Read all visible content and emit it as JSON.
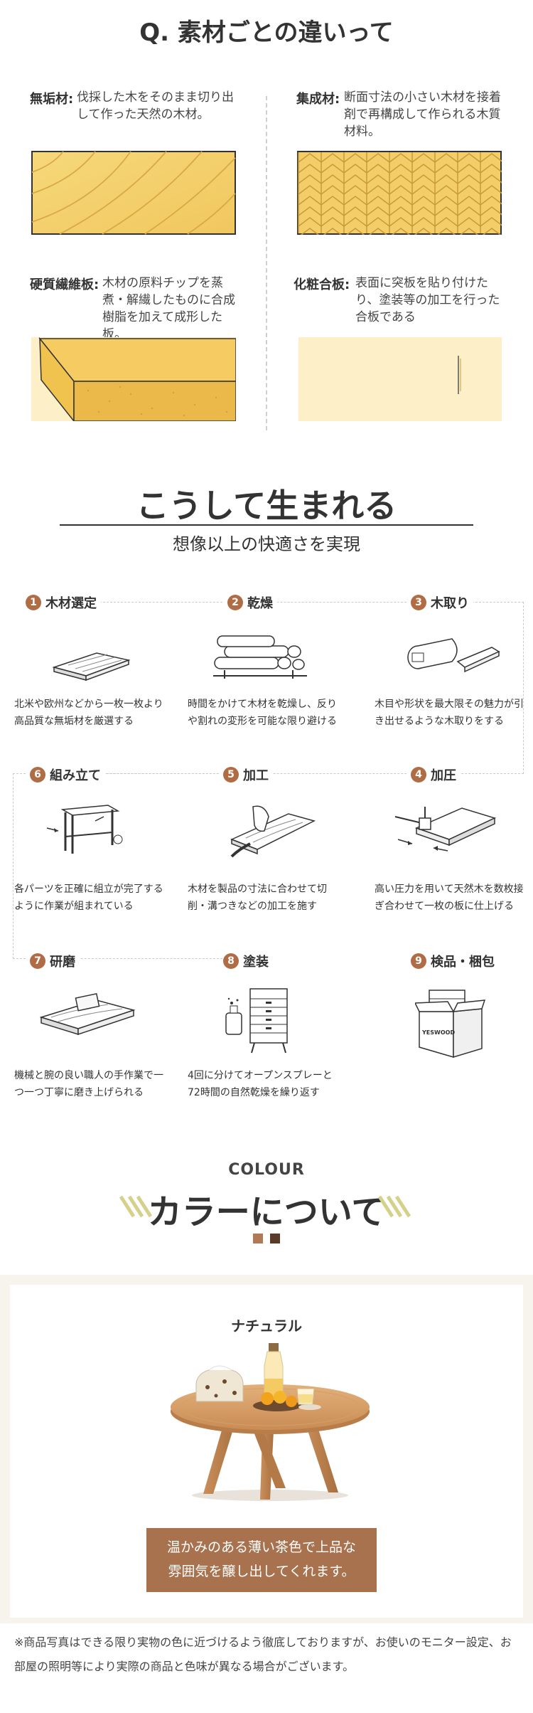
{
  "materials": {
    "title": "Q. 素材ごとの違いって",
    "solid": {
      "label": "無垢材:",
      "desc": "伐採した木をそのまま切り出して作った天然の木材。"
    },
    "laminated": {
      "label": "集成材:",
      "desc": "断面寸法の小さい木材を接着剤で再構成して作られる木質材料。"
    },
    "fiberboard": {
      "label": "硬質繊維板:",
      "desc": "木材の原料チップを蒸煮・解繊したものに合成樹脂を加えて成形した板。"
    },
    "veneer": {
      "label": "化粧合板:",
      "desc": "表面に突板を貼り付けたり、塗装等の加工を行った合板である"
    }
  },
  "process": {
    "title": "こうして生まれる",
    "subtitle": "想像以上の快適さを実現",
    "steps": [
      {
        "num": "1",
        "label": "木材選定",
        "desc": "北米や欧州などから一枚一枚より高品質な無垢材を厳選する"
      },
      {
        "num": "2",
        "label": "乾燥",
        "desc": "時間をかけて木材を乾燥し、反りや割れの変形を可能な限り避ける"
      },
      {
        "num": "3",
        "label": "木取り",
        "desc": "木目や形状を最大限その魅力が引き出せるような木取りをする"
      },
      {
        "num": "6",
        "label": "組み立て",
        "desc": "各パーツを正確に組立が完了するように作業が組まれている"
      },
      {
        "num": "5",
        "label": "加工",
        "desc": "木材を製品の寸法に合わせて切削・溝つきなどの加工を施す"
      },
      {
        "num": "4",
        "label": "加圧",
        "desc": "高い圧力を用いて天然木を数枚接ぎ合わせて一枚の板に仕上げる"
      },
      {
        "num": "7",
        "label": "研磨",
        "desc": "機械と腕の良い職人の手作業で一つ一つ丁寧に磨き上げられる"
      },
      {
        "num": "8",
        "label": "塗装",
        "desc": "4回に分けてオープンスプレーと 72時間の自然乾燥を繰り返す"
      },
      {
        "num": "9",
        "label": "検品・梱包",
        "desc": ""
      }
    ],
    "box_brand": "YESWOOD"
  },
  "colour": {
    "en": "COLOUR",
    "jp": "カラーについて",
    "name": "ナチュラル",
    "caption_line1": "温かみのある薄い茶色で上品な",
    "caption_line2": "雰囲気を醸し出してくれます。",
    "swatches": [
      "#b07a56",
      "#5a3a28"
    ],
    "note": "※商品写真はできる限り実物の色に近づけるよう徹底しておりますが、お使いのモニター設定、お部屋の照明等により実際の商品と色味が異なる場合がございます。"
  }
}
